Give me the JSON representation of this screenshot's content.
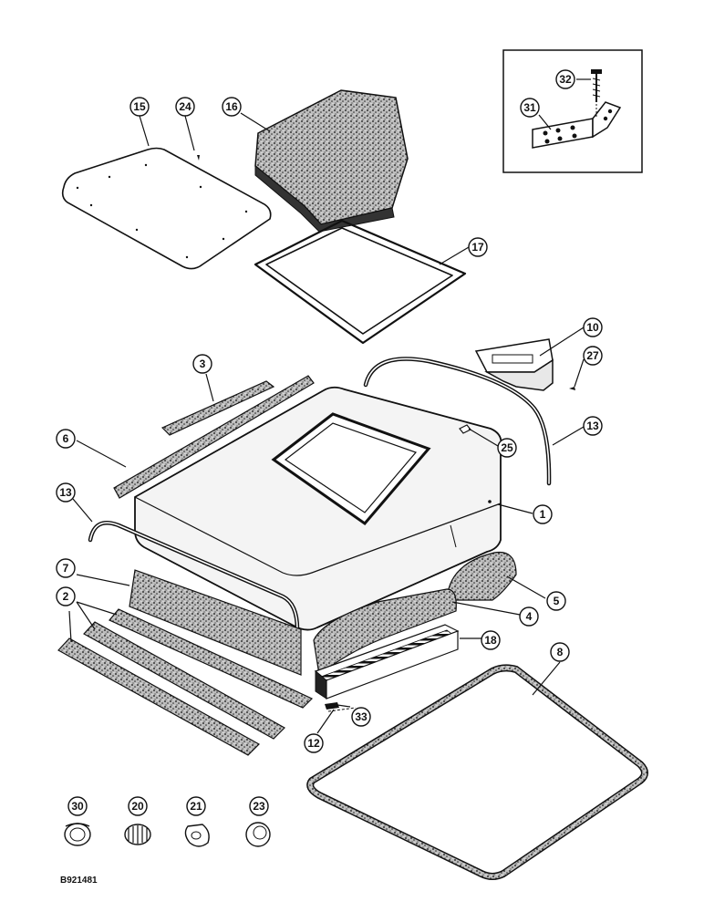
{
  "figure_code": "B921481",
  "callouts": {
    "c1": "1",
    "c2": "2",
    "c3": "3",
    "c4": "4",
    "c5": "5",
    "c6": "6",
    "c7": "7",
    "c8": "8",
    "c10": "10",
    "c12": "12",
    "c13a": "13",
    "c13b": "13",
    "c15": "15",
    "c16": "16",
    "c17": "17",
    "c18": "18",
    "c20": "20",
    "c21": "21",
    "c23": "23",
    "c24": "24",
    "c25": "25",
    "c27": "27",
    "c30": "30",
    "c31": "31",
    "c32": "32",
    "c33": "33"
  },
  "palette": {
    "ink": "#111111",
    "paper": "#ffffff",
    "roof": "#f4f4f4"
  }
}
